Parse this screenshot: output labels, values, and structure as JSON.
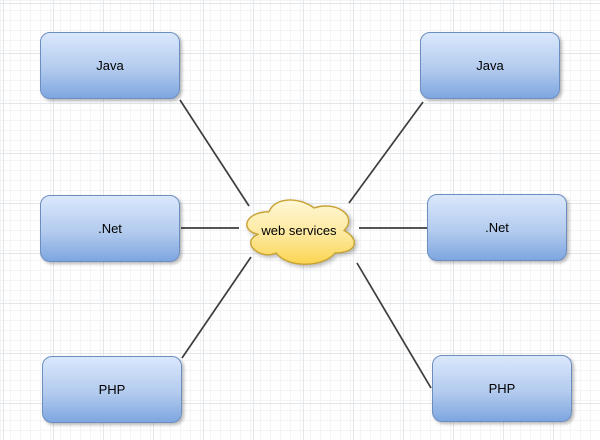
{
  "diagram": {
    "cloud": {
      "label": "web services",
      "fill_top": "#fff7d6",
      "fill_bottom": "#fbd44f",
      "stroke": "#c7a234"
    },
    "nodes": [
      {
        "id": "java-left",
        "label": "Java"
      },
      {
        "id": "net-left",
        "label": ".Net"
      },
      {
        "id": "php-left",
        "label": "PHP"
      },
      {
        "id": "java-right",
        "label": "Java"
      },
      {
        "id": "net-right",
        "label": ".Net"
      },
      {
        "id": "php-right",
        "label": "PHP"
      }
    ],
    "node_style": {
      "fill_top": "#dae8fc",
      "fill_bottom": "#7ea6e0",
      "stroke": "#6c8ebf",
      "text_color": "#000000"
    },
    "connector_color": "#3d3d3d",
    "connections": [
      {
        "from": "java-left",
        "to": "cloud"
      },
      {
        "from": "net-left",
        "to": "cloud"
      },
      {
        "from": "php-left",
        "to": "cloud"
      },
      {
        "from": "java-right",
        "to": "cloud"
      },
      {
        "from": "net-right",
        "to": "cloud"
      },
      {
        "from": "php-right",
        "to": "cloud"
      }
    ]
  }
}
